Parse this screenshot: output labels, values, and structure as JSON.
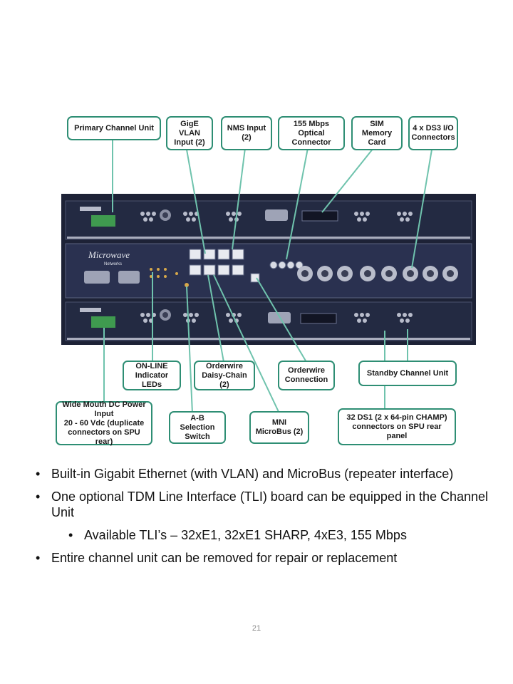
{
  "diagram": {
    "brand_logo_text": "Microwave",
    "brand_logo_sub": "Networks",
    "callouts": {
      "primary_channel_unit": "Primary Channel Unit",
      "gige_vlan_input": "GigE VLAN\nInput (2)",
      "nms_input": "NMS Input (2)",
      "optical_connector": "155 Mbps Optical\nConnector",
      "sim_memory_card": "SIM Memory\nCard",
      "ds3_io_connectors": "4 x DS3 I/O\nConnectors",
      "online_indicator_leds": "ON-LINE\nIndicator LEDs",
      "orderwire_daisy_chain": "Orderwire\nDaisy-Chain (2)",
      "orderwire_connection": "Orderwire\nConnection",
      "standby_channel_unit": "Standby Channel Unit",
      "dc_power_input": "Wide Mouth DC Power Input\n20 - 60 Vdc (duplicate\nconnectors on SPU rear)",
      "ab_selection_switch": "A-B Selection\nSwitch",
      "mni_microbus": "MNI MicroBus (2)",
      "ds1_champ_connectors": "32 DS1 (2 x 64-pin CHAMP)\nconnectors on SPU rear panel"
    }
  },
  "bullets": [
    "Built-in Gigabit Ethernet (with VLAN) and MicroBus (repeater interface)",
    "One optional TDM Line Interface (TLI) board can be equipped in the Channel Unit",
    "Available TLI’s – 32xE1, 32xE1 SHARP, 4xE3, 155 Mbps",
    "Entire channel unit can be removed for repair or replacement"
  ],
  "page_number": "21",
  "colors": {
    "callout_border": "#2e8e74",
    "chassis": "#1d2236",
    "line": "#6fc3ad"
  }
}
